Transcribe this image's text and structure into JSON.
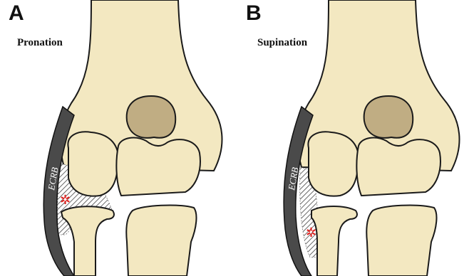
{
  "panels": [
    {
      "letter": "A",
      "caption": "Pronation",
      "tendon_label": "ECRB"
    },
    {
      "letter": "B",
      "caption": "Supination",
      "tendon_label": "ECRB"
    }
  ],
  "colors": {
    "bone": "#f3e8c1",
    "fossa": "#c0ad83",
    "tendon": "#4a4a4a",
    "marker": "#e0201e"
  }
}
